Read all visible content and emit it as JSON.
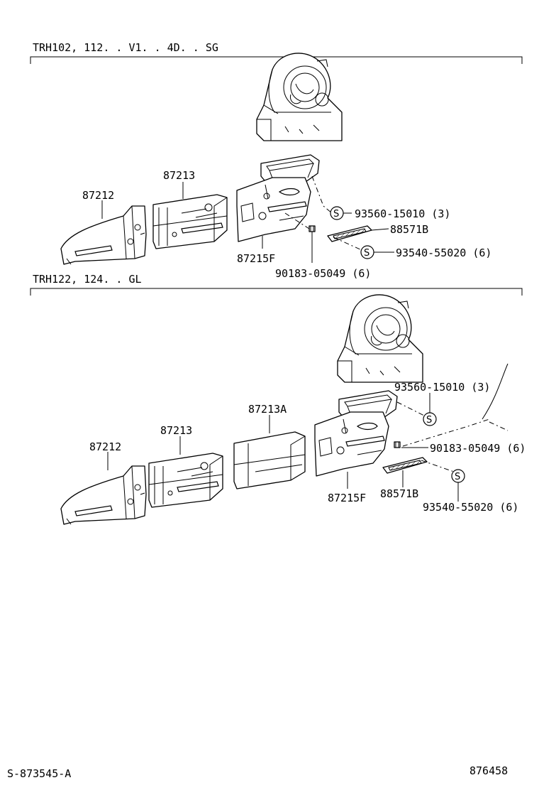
{
  "sections": [
    {
      "header": "TRH102, 112. . V1. . 4D. . SG",
      "labels": {
        "part_87212": "87212",
        "part_87213": "87213",
        "part_87215F": "87215F",
        "part_88571B": "88571B",
        "screw_93560": "93560-15010 (3)",
        "screw_93540": "93540-55020 (6)",
        "clip_90183": "90183-05049 (6)"
      }
    },
    {
      "header": "TRH122, 124. . GL",
      "labels": {
        "part_87212": "87212",
        "part_87213": "87213",
        "part_87213A": "87213A",
        "part_87215F": "87215F",
        "part_88571B": "88571B",
        "screw_93560": "93560-15010 (3)",
        "screw_93540": "93540-55020 (6)",
        "clip_90183": "90183-05049 (6)"
      }
    }
  ],
  "symbol_letter": "S",
  "footer": {
    "left_code": "S-873545-A",
    "right_code": "876458"
  }
}
